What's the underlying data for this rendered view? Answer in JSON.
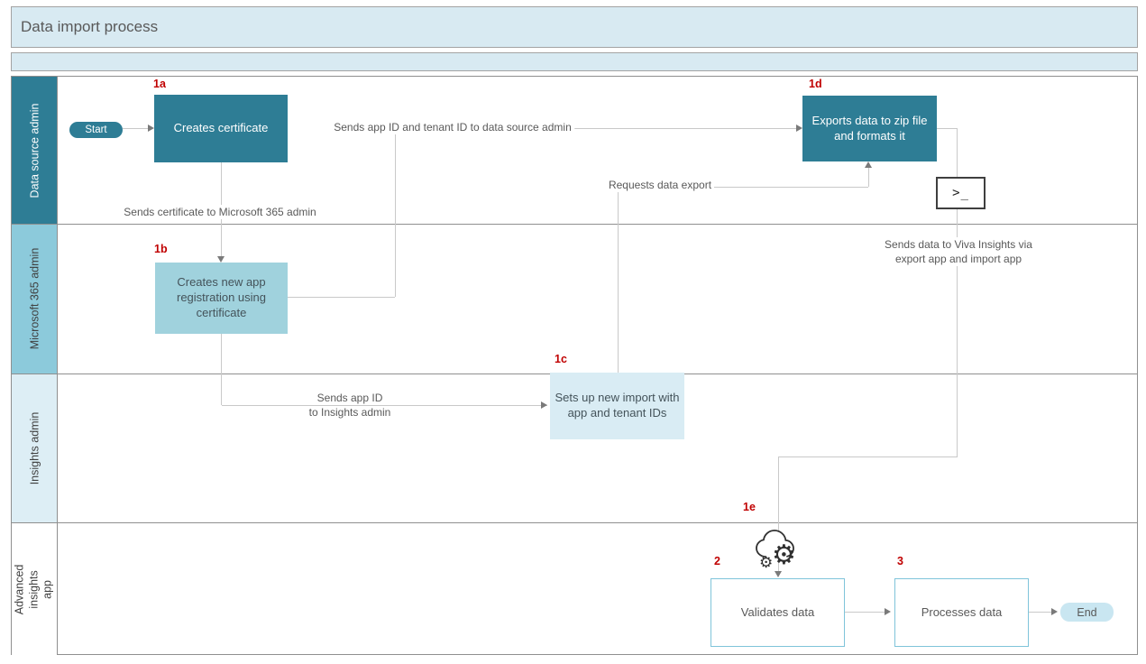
{
  "title": "Data import process",
  "lanes": [
    "Data source admin",
    "Microsoft 365 admin",
    "Insights admin",
    "Advanced insights app"
  ],
  "steps": {
    "s1a": "1a",
    "s1b": "1b",
    "s1c": "1c",
    "s1d": "1d",
    "s1e": "1e",
    "s2": "2",
    "s3": "3"
  },
  "nodes": {
    "start": "Start",
    "creates_certificate": "Creates certificate",
    "creates_app_registration": "Creates new app registration using certificate",
    "sets_up_import": "Sets up new import with app and tenant IDs",
    "exports_data": "Exports data to zip file and formats it",
    "validates_data": "Validates data",
    "processes_data": "Processes data",
    "end": "End"
  },
  "edge_labels": {
    "cert_to_m365": "Sends certificate to Microsoft 365 admin",
    "app_tenant_to_dsa": "Sends app ID and tenant ID to data source admin",
    "requests_export": "Requests data export",
    "app_id_line1": "Sends app ID",
    "app_id_line2": "to Insights admin",
    "viva_line1": "Sends data to Viva Insights via",
    "viva_line2": "export app and import app"
  },
  "icons": {
    "terminal": ">_",
    "gear": "⚙"
  },
  "colors": {
    "header_fill": "#d8eaf2",
    "dark_teal": "#2e7d95",
    "medium_blue": "#8ccadb",
    "light_blue_box": "#a0d2dd",
    "pale_blue": "#d9ecf4",
    "pale_lane": "#ddeef5",
    "end_pill": "#c9e6f1",
    "outline_box_border": "#7fc4da",
    "step_red": "#c00000",
    "connector_gray": "#c9c9c9",
    "text_gray": "#595959"
  }
}
